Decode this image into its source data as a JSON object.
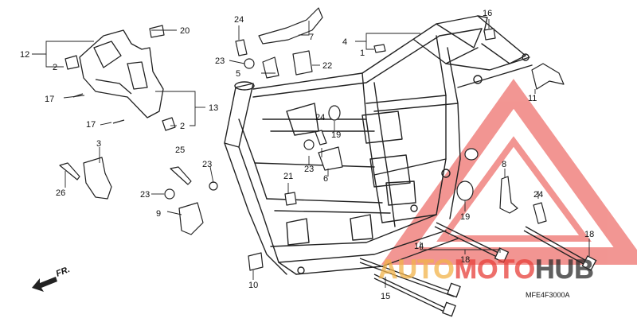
{
  "diagram": {
    "drawing_code": "MFE4F3000A",
    "direction_label": "FR.",
    "parts": [
      "1",
      "2",
      "2",
      "3",
      "4",
      "5",
      "6",
      "7",
      "8",
      "9",
      "10",
      "11",
      "12",
      "13",
      "14",
      "15",
      "16",
      "17",
      "17",
      "18",
      "18",
      "19",
      "19",
      "20",
      "21",
      "22",
      "23",
      "23",
      "23",
      "23",
      "24",
      "24",
      "24",
      "25",
      "26"
    ]
  },
  "watermark": {
    "brand_part1": "AUTO",
    "brand_part2": "MOTO",
    "brand_part3": "HUB",
    "color_primary": "#e8403a",
    "color_secondary": "#f2b34a",
    "color_dark": "#2b2b2b"
  }
}
